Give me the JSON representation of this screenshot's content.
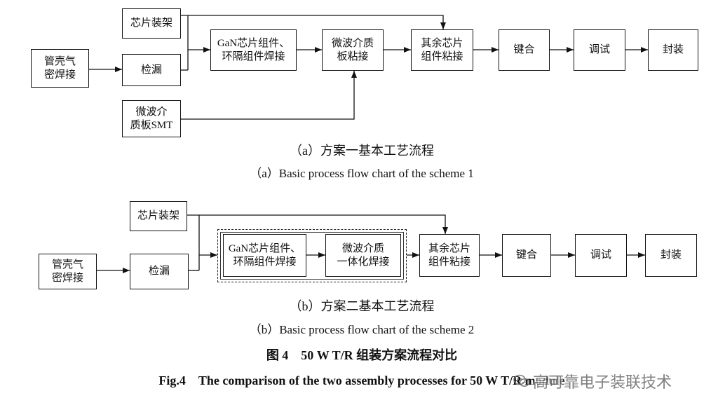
{
  "scheme_a": {
    "chip_mount": {
      "lines": [
        "芯片装架"
      ]
    },
    "housing_seal": {
      "lines": [
        "管壳气",
        "密焊接"
      ]
    },
    "leak_test": {
      "lines": [
        "检漏"
      ]
    },
    "substrate_smt": {
      "lines": [
        "微波介",
        "质板SMT"
      ]
    },
    "gan_weld": {
      "lines": [
        "GaN芯片组件、",
        "环隔组件焊接"
      ]
    },
    "substrate_bond": {
      "lines": [
        "微波介质",
        "板粘接"
      ]
    },
    "other_chip_bond": {
      "lines": [
        "其余芯片",
        "组件粘接"
      ]
    },
    "wire_bond": {
      "lines": [
        "键合"
      ]
    },
    "tuning": {
      "lines": [
        "调试"
      ]
    },
    "packaging": {
      "lines": [
        "封装"
      ]
    },
    "caption_cn": "（a）方案一基本工艺流程",
    "caption_en": "（a）Basic process flow chart of the scheme 1"
  },
  "scheme_b": {
    "chip_mount": {
      "lines": [
        "芯片装架"
      ]
    },
    "housing_seal": {
      "lines": [
        "管壳气",
        "密焊接"
      ]
    },
    "leak_test": {
      "lines": [
        "检漏"
      ]
    },
    "gan_weld": {
      "lines": [
        "GaN芯片组件、",
        "环隔组件焊接"
      ]
    },
    "substrate_integrated_weld": {
      "lines": [
        "微波介质",
        "一体化焊接"
      ]
    },
    "other_chip_bond": {
      "lines": [
        "其余芯片",
        "组件粘接"
      ]
    },
    "wire_bond": {
      "lines": [
        "键合"
      ]
    },
    "tuning": {
      "lines": [
        "调试"
      ]
    },
    "packaging": {
      "lines": [
        "封装"
      ]
    },
    "caption_cn": "（b）方案二基本工艺流程",
    "caption_en": "（b）Basic process flow chart of the scheme 2"
  },
  "figure": {
    "caption_cn": "图 4　50 W T/R 组装方案流程对比",
    "caption_en": "Fig.4　The comparison of the two assembly processes for 50 W T/R module",
    "watermark": "高可靠电子装联技术",
    "watermark_icon": "wechat-icon"
  },
  "colors": {
    "line": "#111111",
    "background": "#ffffff",
    "watermark": "#6b6b6b"
  }
}
